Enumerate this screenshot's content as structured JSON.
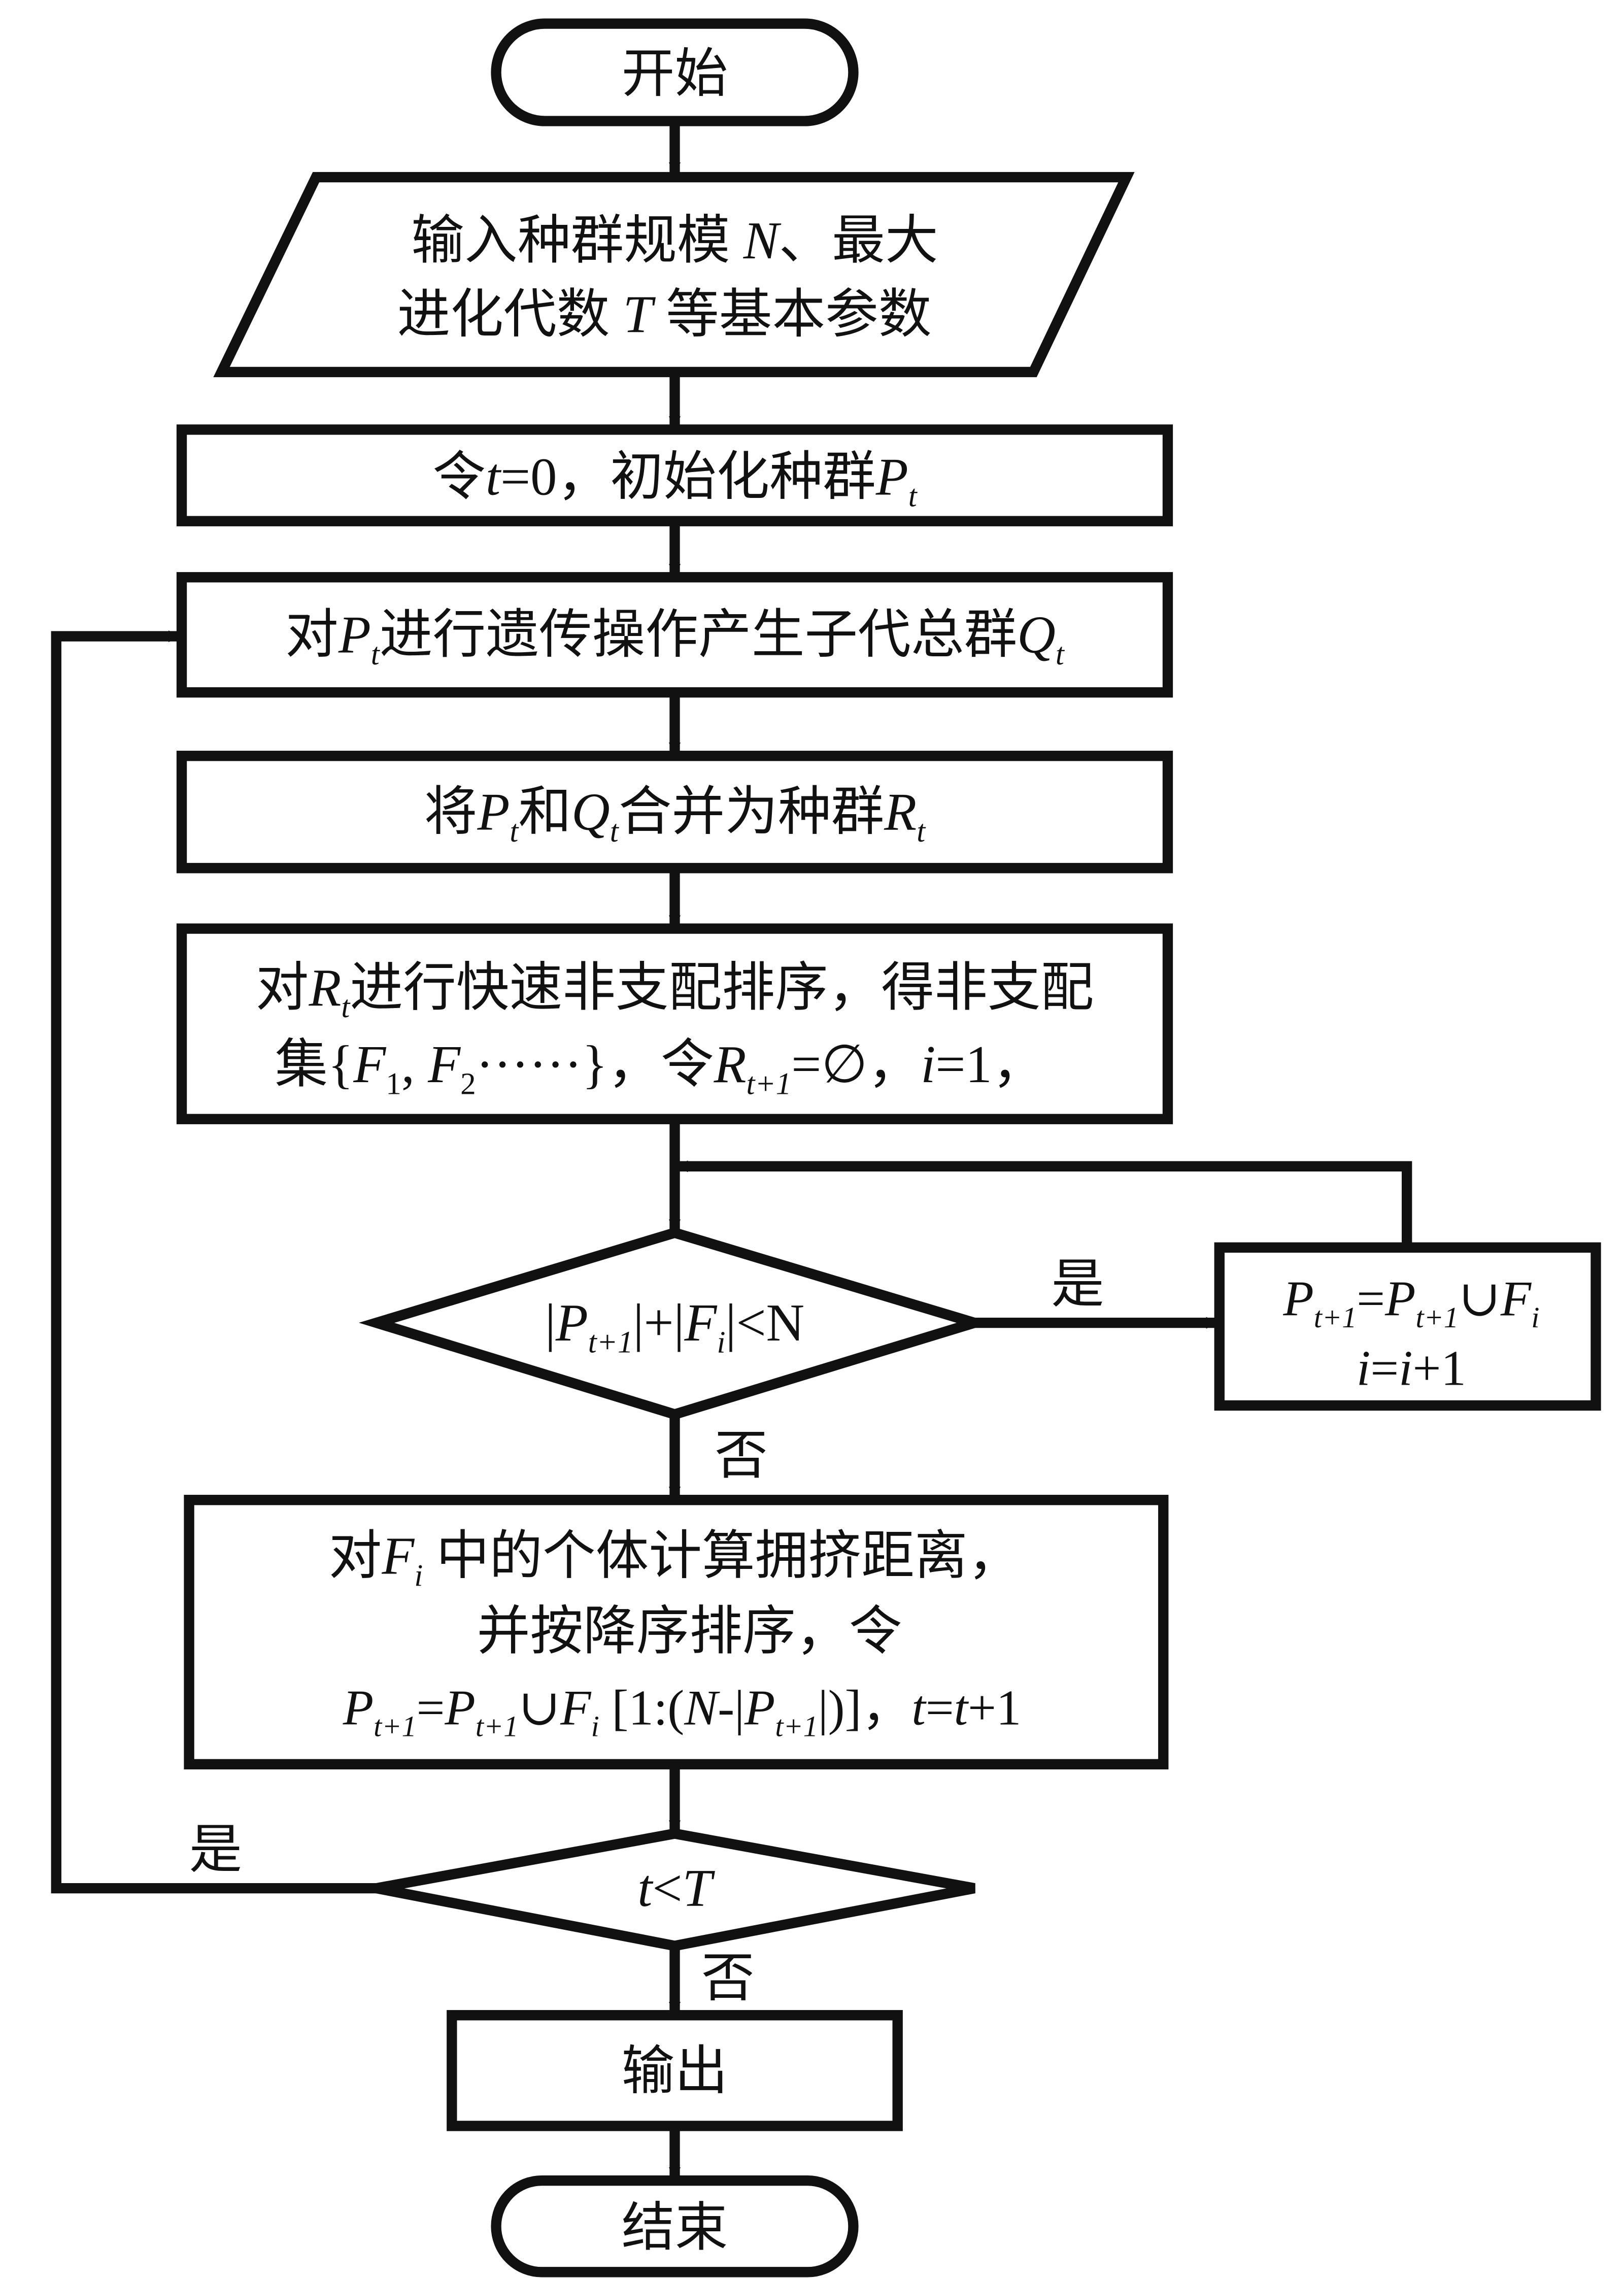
{
  "nodes": {
    "start": {
      "text": "开始"
    },
    "input": {
      "line1": {
        "prefix": "输入种群规模 ",
        "var": "N",
        "suffix": "、最大"
      },
      "line2": {
        "prefix": "进化代数 ",
        "var": "T",
        "suffix": " 等基本参数"
      }
    },
    "init": {
      "a": "令",
      "t": "t",
      "b": "=0，初始化种群",
      "P": "P",
      "sub": "t"
    },
    "genetic": {
      "a": "对",
      "P": "P",
      "sub1": "t",
      "b": "进行遗传操作产生子代总群",
      "Q": "Q",
      "sub2": "t"
    },
    "merge": {
      "a": "将",
      "P": "P",
      "s1": "t",
      "b": "和",
      "Q": "Q",
      "s2": "t",
      "c": "合并为种群",
      "R": "R",
      "s3": "t"
    },
    "sort": {
      "l1a": "对",
      "R": "R",
      "s1": "t",
      "l1b": "进行快速非支配排序，得非支配",
      "l2a": "集{",
      "F1": "F",
      "F1sub": "1",
      "comma": ", ",
      "F2": "F",
      "F2sub": "2",
      "l2b": "······}，令",
      "R2": "R",
      "R2sub": "t+1",
      "l2c": "=∅，",
      "i": "i",
      "l2d": "=1，"
    },
    "cond1": {
      "bar1": "|",
      "P": "P",
      "Psub": "t+1",
      "mid": "|+|",
      "F": "F",
      "Fsub": "i",
      "end": "|<N"
    },
    "update": {
      "P1": "P",
      "P1sub": "t+1",
      "eq": "=",
      "P2": "P",
      "P2sub": "t+1",
      "union": "∪",
      "F": "F",
      "Fsub": "i",
      "i1": "i",
      "eq2": "=",
      "i2": "i",
      "plus": "+1"
    },
    "crowd": {
      "l1a": "对",
      "F": "F",
      "Fsub": "i",
      "l1b": " 中的个体计算拥挤距离，",
      "l2": "并按降序排序，令",
      "P1": "P",
      "P1sub": "t+1",
      "eq": "=",
      "P2": "P",
      "P2sub": "t+1",
      "union": "∪",
      "F2": "F",
      "F2sub": "i",
      "br1": " [1:(",
      "N": "N",
      "dash": "-|",
      "P3": "P",
      "P3sub": "t+1",
      "br2": "|)]，",
      "t1": "t",
      "eq3": "=",
      "t2": "t",
      "plus": "+1"
    },
    "cond2": {
      "t": "t",
      "lt": "<",
      "T": "T"
    },
    "output": {
      "text": "输出"
    },
    "end": {
      "text": "结束"
    }
  },
  "edge_labels": {
    "cond1_yes": "是",
    "cond1_no": "否",
    "cond2_yes": "是",
    "cond2_no": "否"
  }
}
